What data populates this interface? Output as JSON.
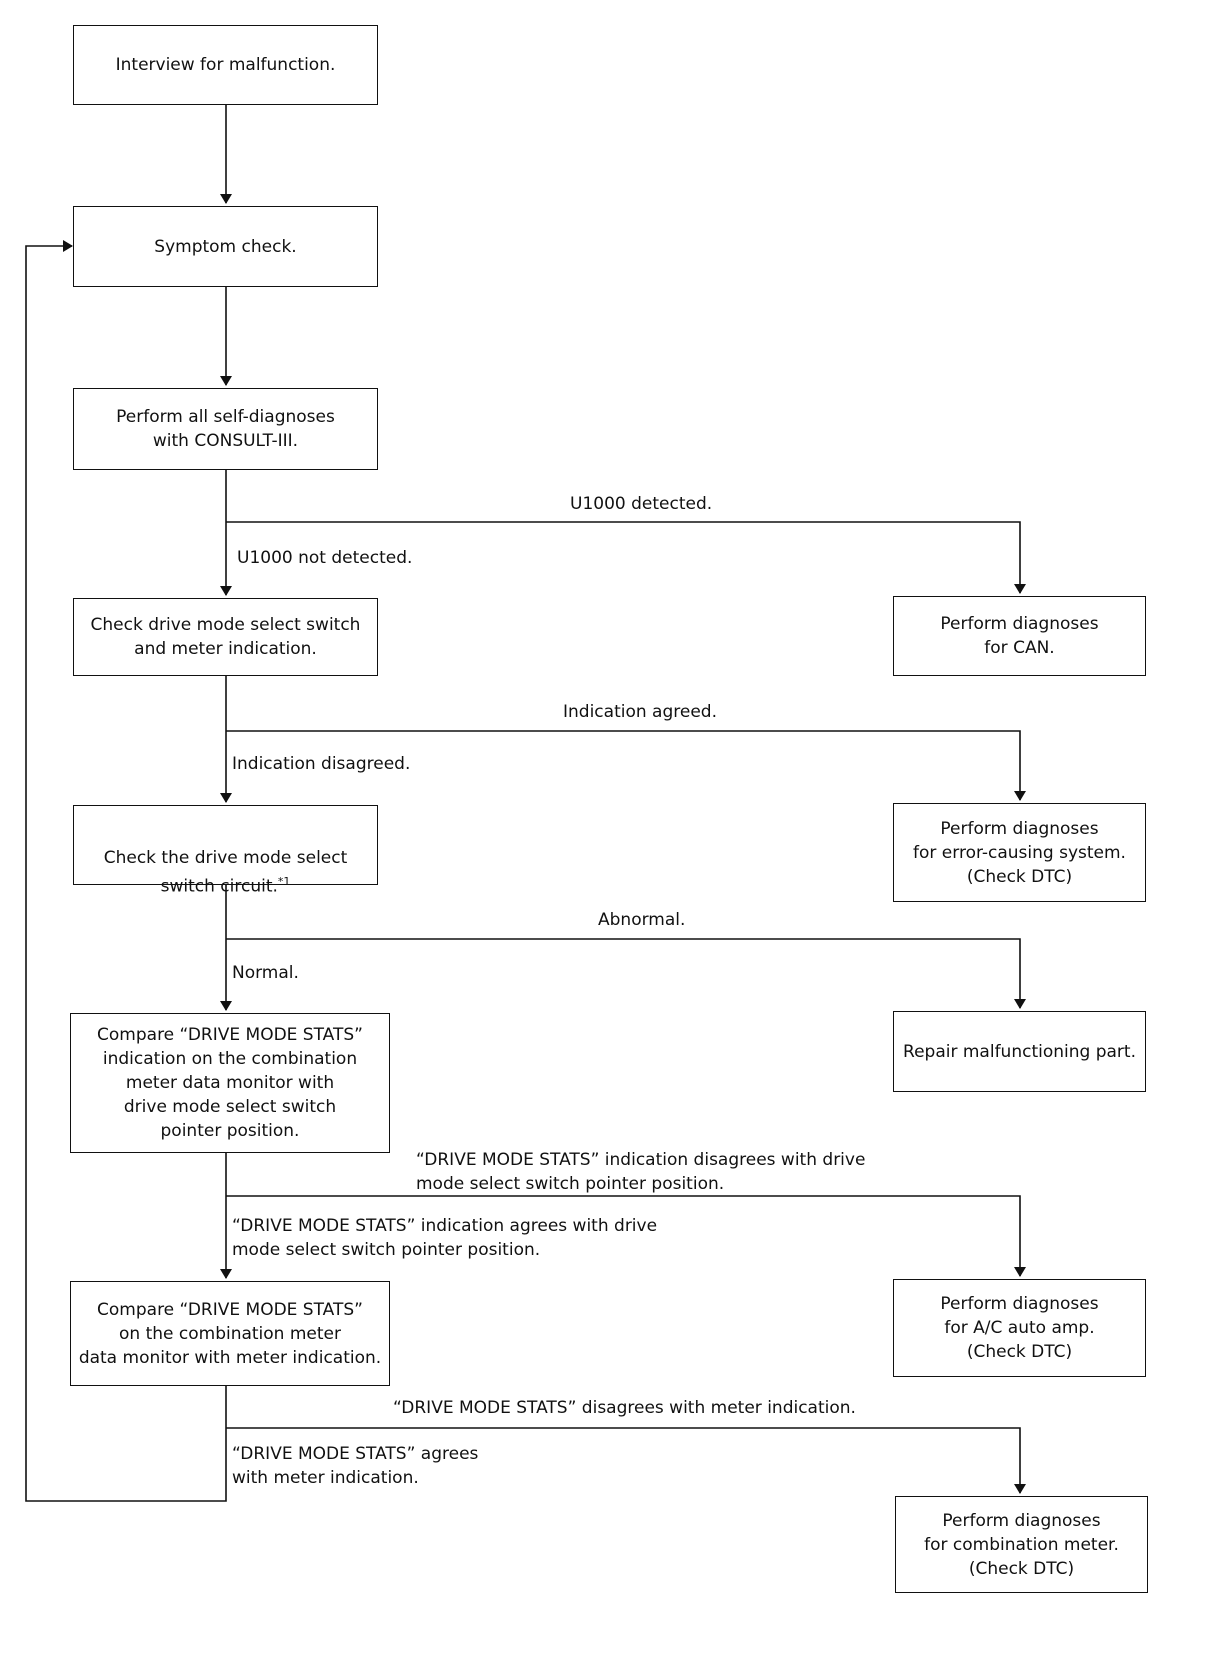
{
  "steps": {
    "interview": "Interview for malfunction.",
    "symptom": "Symptom check.",
    "self_diag": "Perform all self-diagnoses\nwith CONSULT-III.",
    "check_switch": "Check drive mode select switch\nand meter indication.",
    "check_circuit": "Check the drive mode select\nswitch circuit.",
    "check_circuit_note": "*1",
    "compare_pointer": "Compare “DRIVE MODE STATS”\nindication on the combination\nmeter data monitor with\ndrive mode select switch\npointer position.",
    "compare_meter": "Compare “DRIVE MODE STATS”\non the combination meter\ndata monitor with meter indication."
  },
  "outcomes": {
    "can": "Perform diagnoses\nfor CAN.",
    "error_system": "Perform diagnoses\nfor error-causing system.\n(Check DTC)",
    "repair": "Repair malfunctioning part.",
    "ac_amp": "Perform diagnoses\nfor A/C auto amp.\n(Check DTC)",
    "combination_meter": "Perform diagnoses\nfor combination meter.\n(Check DTC)"
  },
  "branches": {
    "u1000_detected": "U1000 detected.",
    "u1000_not_detected": "U1000 not detected.",
    "indication_agreed": "Indication agreed.",
    "indication_disagreed": "Indication disagreed.",
    "abnormal": "Abnormal.",
    "normal": "Normal.",
    "pointer_disagrees": "“DRIVE MODE STATS” indication disagrees with drive\nmode select switch pointer position.",
    "pointer_agrees": "“DRIVE MODE STATS” indication agrees with drive\nmode select switch pointer position.",
    "meter_disagrees": "“DRIVE MODE STATS” disagrees with meter indication.",
    "meter_agrees": "“DRIVE MODE STATS” agrees\nwith meter indication."
  }
}
